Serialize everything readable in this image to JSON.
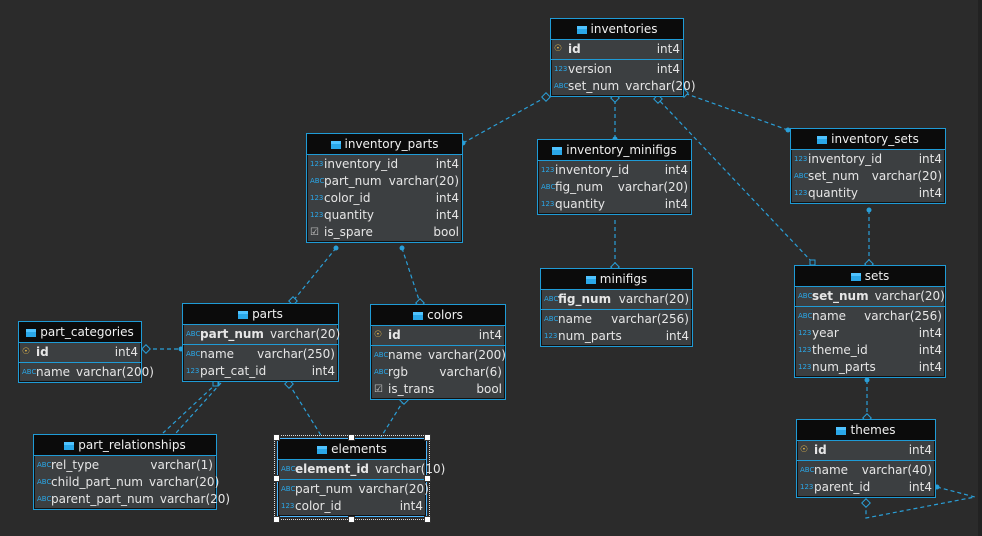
{
  "tables": {
    "inventories": {
      "title": "inventories",
      "keys": [
        {
          "name": "id",
          "type": "int4",
          "icon": "key-icon"
        }
      ],
      "columns": [
        {
          "name": "version",
          "type": "int4",
          "icon": "number-icon"
        },
        {
          "name": "set_num",
          "type": "varchar(20)",
          "icon": "text-icon"
        }
      ]
    },
    "inventory_parts": {
      "title": "inventory_parts",
      "keys": [],
      "columns": [
        {
          "name": "inventory_id",
          "type": "int4",
          "icon": "number-icon"
        },
        {
          "name": "part_num",
          "type": "varchar(20)",
          "icon": "text-icon"
        },
        {
          "name": "color_id",
          "type": "int4",
          "icon": "number-icon"
        },
        {
          "name": "quantity",
          "type": "int4",
          "icon": "number-icon"
        },
        {
          "name": "is_spare",
          "type": "bool",
          "icon": "checkbox-icon"
        }
      ]
    },
    "inventory_minifigs": {
      "title": "inventory_minifigs",
      "keys": [],
      "columns": [
        {
          "name": "inventory_id",
          "type": "int4",
          "icon": "number-icon"
        },
        {
          "name": "fig_num",
          "type": "varchar(20)",
          "icon": "text-icon"
        },
        {
          "name": "quantity",
          "type": "int4",
          "icon": "number-icon"
        }
      ]
    },
    "inventory_sets": {
      "title": "inventory_sets",
      "keys": [],
      "columns": [
        {
          "name": "inventory_id",
          "type": "int4",
          "icon": "number-icon"
        },
        {
          "name": "set_num",
          "type": "varchar(20)",
          "icon": "text-icon"
        },
        {
          "name": "quantity",
          "type": "int4",
          "icon": "number-icon"
        }
      ]
    },
    "minifigs": {
      "title": "minifigs",
      "keys": [
        {
          "name": "fig_num",
          "type": "varchar(20)",
          "icon": "text-icon"
        }
      ],
      "columns": [
        {
          "name": "name",
          "type": "varchar(256)",
          "icon": "text-icon"
        },
        {
          "name": "num_parts",
          "type": "int4",
          "icon": "number-icon"
        }
      ]
    },
    "sets": {
      "title": "sets",
      "keys": [
        {
          "name": "set_num",
          "type": "varchar(20)",
          "icon": "text-icon"
        }
      ],
      "columns": [
        {
          "name": "name",
          "type": "varchar(256)",
          "icon": "text-icon"
        },
        {
          "name": "year",
          "type": "int4",
          "icon": "number-icon"
        },
        {
          "name": "theme_id",
          "type": "int4",
          "icon": "number-icon"
        },
        {
          "name": "num_parts",
          "type": "int4",
          "icon": "number-icon"
        }
      ]
    },
    "parts": {
      "title": "parts",
      "keys": [
        {
          "name": "part_num",
          "type": "varchar(20)",
          "icon": "text-icon"
        }
      ],
      "columns": [
        {
          "name": "name",
          "type": "varchar(250)",
          "icon": "text-icon"
        },
        {
          "name": "part_cat_id",
          "type": "int4",
          "icon": "number-icon"
        }
      ]
    },
    "colors": {
      "title": "colors",
      "keys": [
        {
          "name": "id",
          "type": "int4",
          "icon": "key-icon"
        }
      ],
      "columns": [
        {
          "name": "name",
          "type": "varchar(200)",
          "icon": "text-icon"
        },
        {
          "name": "rgb",
          "type": "varchar(6)",
          "icon": "text-icon"
        },
        {
          "name": "is_trans",
          "type": "bool",
          "icon": "checkbox-icon"
        }
      ]
    },
    "part_categories": {
      "title": "part_categories",
      "keys": [
        {
          "name": "id",
          "type": "int4",
          "icon": "key-icon"
        }
      ],
      "columns": [
        {
          "name": "name",
          "type": "varchar(200)",
          "icon": "text-icon"
        }
      ]
    },
    "part_relationships": {
      "title": "part_relationships",
      "keys": [],
      "columns": [
        {
          "name": "rel_type",
          "type": "varchar(1)",
          "icon": "text-icon"
        },
        {
          "name": "child_part_num",
          "type": "varchar(20)",
          "icon": "text-icon"
        },
        {
          "name": "parent_part_num",
          "type": "varchar(20)",
          "icon": "text-icon"
        }
      ]
    },
    "elements": {
      "title": "elements",
      "keys": [
        {
          "name": "element_id",
          "type": "varchar(10)",
          "icon": "text-icon"
        }
      ],
      "columns": [
        {
          "name": "part_num",
          "type": "varchar(20)",
          "icon": "text-icon"
        },
        {
          "name": "color_id",
          "type": "int4",
          "icon": "number-icon"
        }
      ]
    },
    "themes": {
      "title": "themes",
      "keys": [
        {
          "name": "id",
          "type": "int4",
          "icon": "key-icon"
        }
      ],
      "columns": [
        {
          "name": "name",
          "type": "varchar(40)",
          "icon": "text-icon"
        },
        {
          "name": "parent_id",
          "type": "int4",
          "icon": "number-icon"
        }
      ]
    }
  },
  "colors": {
    "background": "#2b2b2b",
    "accent": "#1f9bd6",
    "header": "#0b0b0b"
  }
}
